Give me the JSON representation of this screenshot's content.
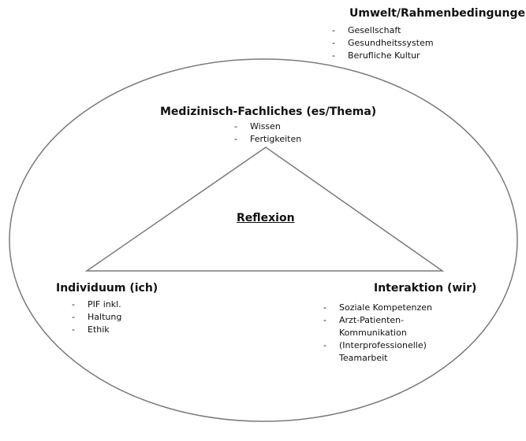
{
  "environment": {
    "title": "Umwelt/Rahmenbedingungen",
    "items": [
      "Gesellschaft",
      "Gesundheitssystem",
      "Berufliche Kultur"
    ]
  },
  "subject": {
    "title": "Medizinisch-Fachliches (es/Thema)",
    "items": [
      "Wissen",
      "Fertigkeiten"
    ]
  },
  "center": {
    "label": "Reflexion"
  },
  "individual": {
    "title": "Individuum (ich)",
    "items": [
      "PIF inkl.",
      "Haltung",
      "Ethik"
    ]
  },
  "interaction": {
    "title": "Interaktion (wir)",
    "items": [
      "Soziale Kompetenzen",
      "Arzt-Patienten- Kommunikation",
      "(Interprofessionelle) Teamarbeit"
    ]
  },
  "colors": {
    "outline": "#7a7a7a",
    "text": "#111111",
    "background": "#ffffff"
  }
}
